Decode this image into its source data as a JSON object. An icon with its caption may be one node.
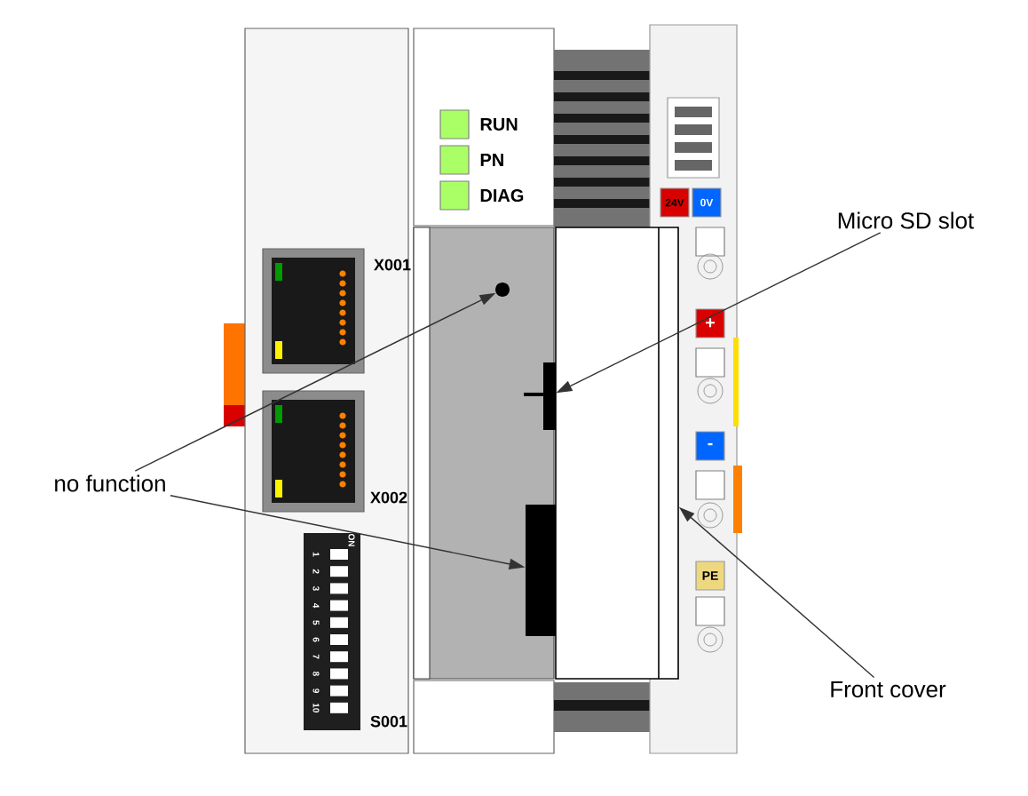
{
  "diagram": {
    "nodes": [
      {
        "text": [
          "no function"
        ]
      },
      {
        "text": [
          "Micro SD slot"
        ]
      },
      {
        "text": [
          "Front cover"
        ]
      },
      {
        "text": [],
        "shape": "circle"
      },
      {
        "text": [],
        "shape": "bar"
      },
      {
        "text": [],
        "shape": "bar"
      },
      {
        "text": [],
        "shape": "box"
      }
    ],
    "edges": [
      {
        "from": 0,
        "to": 3,
        "arrow": "to"
      },
      {
        "from": 0,
        "to": 5,
        "arrow": "to"
      },
      {
        "from": 1,
        "to": 4,
        "arrow": "to"
      },
      {
        "from": 2,
        "to": 6,
        "arrow": "to"
      }
    ],
    "labels": [
      "RUN",
      "PN",
      "DIAG",
      "24V",
      "0V",
      "X001",
      "+",
      "X002",
      "-",
      "PE",
      "ON",
      "1",
      "2",
      "3",
      "4",
      "5",
      "6",
      "7",
      "8",
      "9",
      "10",
      "S001"
    ]
  }
}
